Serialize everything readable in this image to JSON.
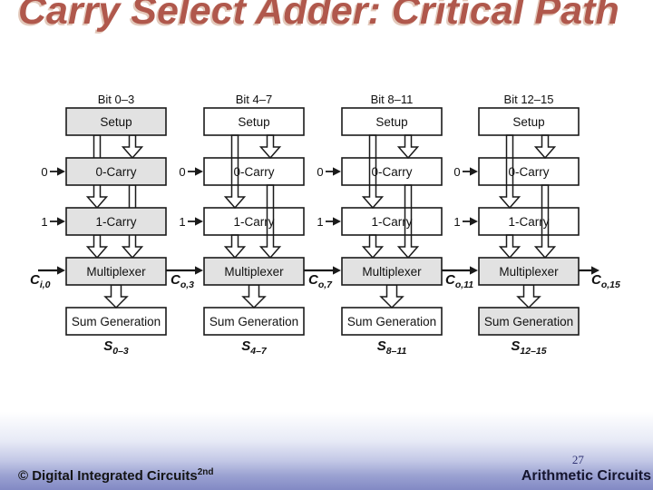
{
  "title": {
    "text": "Carry Select Adder: Critical Path"
  },
  "colors": {
    "title": "#b0584c",
    "title_shadow": "#e3c9bb",
    "shaded_box": "#e2e2e2",
    "ink": "#1a1a1a",
    "footer_bar": "#8289c4",
    "page_number": "#2f3273"
  },
  "diagram": {
    "carry_in": {
      "base": "C",
      "sub": "i,0"
    },
    "columns": [
      {
        "bit_label": "Bit 0–3",
        "boxes": [
          {
            "key": "setup",
            "label": "Setup",
            "shaded": true
          },
          {
            "key": "zero-carry",
            "label": "0-Carry",
            "shaded": true,
            "input": "0"
          },
          {
            "key": "one-carry",
            "label": "1-Carry",
            "shaded": true,
            "input": "1"
          },
          {
            "key": "multiplexer",
            "label": "Multiplexer",
            "shaded": true
          },
          {
            "key": "sum-generation",
            "label": "Sum Generation",
            "shaded": false
          }
        ],
        "carry_out": {
          "base": "C",
          "sub": "o,3"
        },
        "sum_label": {
          "base": "S",
          "sub": "0–3"
        }
      },
      {
        "bit_label": "Bit 4–7",
        "boxes": [
          {
            "key": "setup",
            "label": "Setup",
            "shaded": false
          },
          {
            "key": "zero-carry",
            "label": "0-Carry",
            "shaded": false,
            "input": "0"
          },
          {
            "key": "one-carry",
            "label": "1-Carry",
            "shaded": false,
            "input": "1"
          },
          {
            "key": "multiplexer",
            "label": "Multiplexer",
            "shaded": true
          },
          {
            "key": "sum-generation",
            "label": "Sum Generation",
            "shaded": false
          }
        ],
        "carry_out": {
          "base": "C",
          "sub": "o,7"
        },
        "sum_label": {
          "base": "S",
          "sub": "4–7"
        }
      },
      {
        "bit_label": "Bit 8–11",
        "boxes": [
          {
            "key": "setup",
            "label": "Setup",
            "shaded": false
          },
          {
            "key": "zero-carry",
            "label": "0-Carry",
            "shaded": false,
            "input": "0"
          },
          {
            "key": "one-carry",
            "label": "1-Carry",
            "shaded": false,
            "input": "1"
          },
          {
            "key": "multiplexer",
            "label": "Multiplexer",
            "shaded": true
          },
          {
            "key": "sum-generation",
            "label": "Sum Generation",
            "shaded": false
          }
        ],
        "carry_out": {
          "base": "C",
          "sub": "o,11"
        },
        "sum_label": {
          "base": "S",
          "sub": "8–11"
        }
      },
      {
        "bit_label": "Bit 12–15",
        "boxes": [
          {
            "key": "setup",
            "label": "Setup",
            "shaded": false
          },
          {
            "key": "zero-carry",
            "label": "0-Carry",
            "shaded": false,
            "input": "0"
          },
          {
            "key": "one-carry",
            "label": "1-Carry",
            "shaded": false,
            "input": "1"
          },
          {
            "key": "multiplexer",
            "label": "Multiplexer",
            "shaded": true
          },
          {
            "key": "sum-generation",
            "label": "Sum Generation",
            "shaded": true
          }
        ],
        "carry_out": {
          "base": "C",
          "sub": "o,15"
        },
        "sum_label": {
          "base": "S",
          "sub": "12–15"
        }
      }
    ]
  },
  "footer": {
    "left_text": "© Digital Integrated Circuits",
    "left_sup": "2nd",
    "page_number": "27",
    "right_text": "Arithmetic Circuits"
  }
}
